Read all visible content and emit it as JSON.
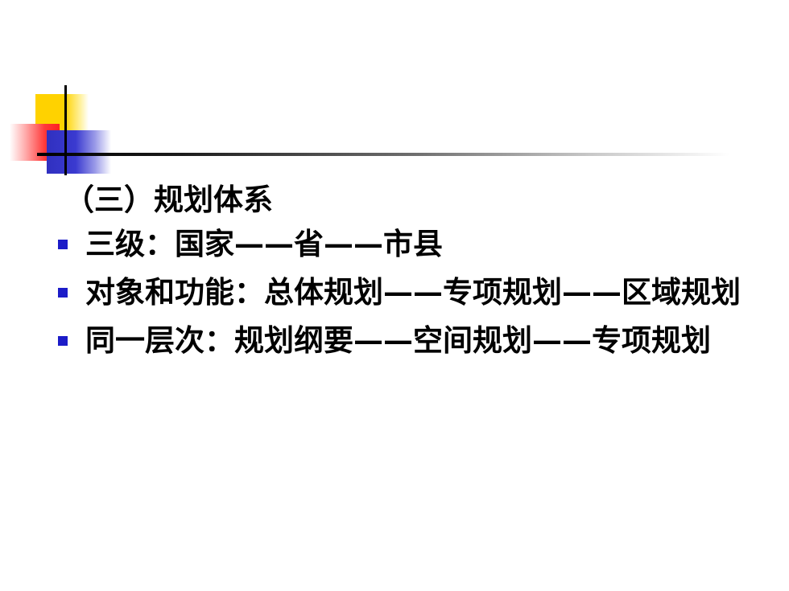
{
  "slide": {
    "heading": "（三）规划体系",
    "bullets": [
      "三级：国家——省——市县",
      "对象和功能：总体规划——专项规划——区域规划",
      "同一层次：规划纲要——空间规划——专项规划"
    ]
  },
  "colors": {
    "bullet_marker": "#1c1cc8",
    "deco_yellow": "#ffd200",
    "deco_red": "#ff2020",
    "deco_blue": "#3030c0",
    "text": "#000000"
  }
}
